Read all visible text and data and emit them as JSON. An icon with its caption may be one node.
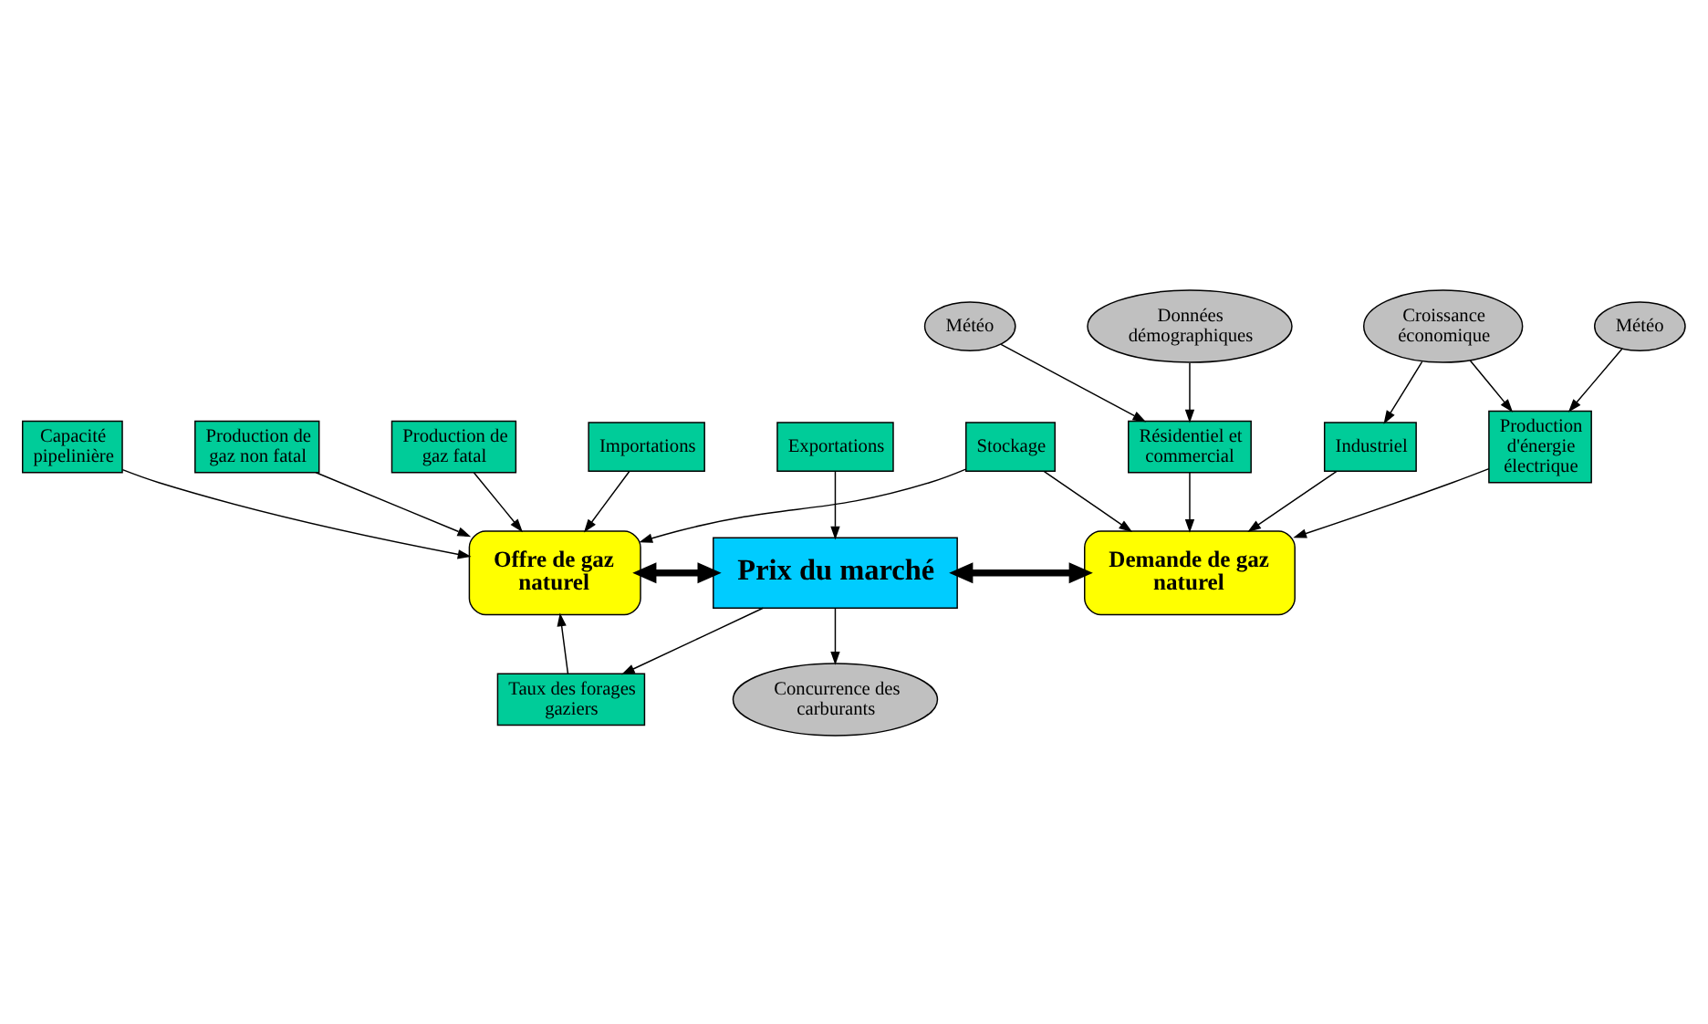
{
  "diagram": {
    "nodes": [
      {
        "text": [
          "Production de gaz non fatal"
        ]
      },
      {
        "text": [
          "Production de gaz fatal"
        ]
      },
      {
        "text": [
          "Taux des forages gaziers"
        ]
      },
      {
        "text": [
          "Exportations"
        ]
      },
      {
        "text": [
          "Météo"
        ]
      },
      {
        "text": [
          "Résidentiel et commercial"
        ]
      },
      {
        "text": [
          "Données démographiques"
        ]
      },
      {
        "text": [
          "Offre de gaz naturel"
        ]
      },
      {
        "text": [
          "Prix du marché"
        ]
      },
      {
        "text": [
          "Demande de gaz naturel"
        ]
      },
      {
        "text": [
          "Industriel"
        ]
      },
      {
        "text": [
          "Croissance économique"
        ]
      },
      {
        "text": [
          "Importations"
        ]
      },
      {
        "text": [
          "Stockage"
        ]
      },
      {
        "text": [
          "Concurrence des carburants"
        ]
      },
      {
        "text": [
          "Production d'énergie électrique"
        ]
      },
      {
        "text": [
          "Capacité pipelinière"
        ]
      },
      {
        "text": [
          "Météo"
        ]
      }
    ],
    "edges": [
      {
        "from": 1,
        "to": 7,
        "arrow": "to"
      },
      {
        "from": 0,
        "to": 7,
        "arrow": "to"
      },
      {
        "from": 2,
        "to": 7,
        "arrow": "to"
      },
      {
        "from": 8,
        "to": 2,
        "arrow": "to"
      },
      {
        "from": 3,
        "to": 8,
        "arrow": "to"
      },
      {
        "from": 4,
        "to": 5,
        "arrow": "to"
      },
      {
        "from": 6,
        "to": 5,
        "arrow": "to"
      },
      {
        "from": 5,
        "to": 9,
        "arrow": "to"
      },
      {
        "from": 7,
        "to": 8,
        "arrow": "both",
        "style": "thick"
      },
      {
        "from": 8,
        "to": 9,
        "arrow": "both",
        "style": "thick"
      },
      {
        "from": 10,
        "to": 9,
        "arrow": "to"
      },
      {
        "from": 11,
        "to": 10,
        "arrow": "to"
      },
      {
        "from": 12,
        "to": 7,
        "arrow": "to"
      },
      {
        "from": 16,
        "to": 7,
        "arrow": "to"
      },
      {
        "from": 13,
        "to": 7,
        "arrow": "to"
      },
      {
        "from": 13,
        "to": 9,
        "arrow": "to"
      },
      {
        "from": 8,
        "to": 14,
        "arrow": "to"
      },
      {
        "from": 15,
        "to": 9,
        "arrow": "to"
      },
      {
        "from": 11,
        "to": 15,
        "arrow": "to"
      },
      {
        "from": 17,
        "to": 15,
        "arrow": "to"
      }
    ]
  }
}
